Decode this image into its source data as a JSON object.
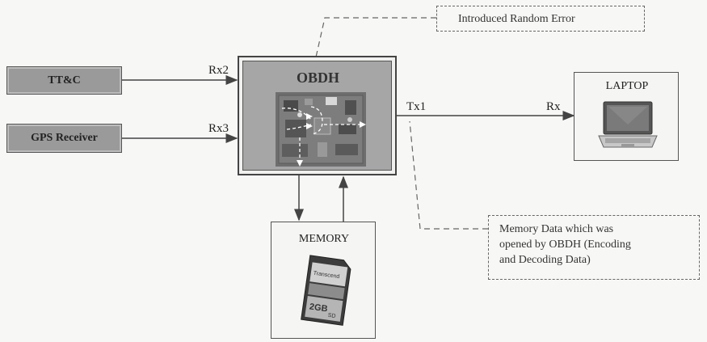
{
  "blocks": {
    "ttc": "TT&C",
    "gps": "GPS Receiver",
    "obdh": "OBDH",
    "laptop": "LAPTOP",
    "memory": "MEMORY"
  },
  "ports": {
    "rx2": "Rx2",
    "rx3": "Rx3",
    "tx1": "Tx1",
    "rx": "Rx"
  },
  "notes": {
    "random_error": "Introduced Random Error",
    "memory_data_line1": "Memory Data which was",
    "memory_data_line2": "opened by OBDH (Encoding",
    "memory_data_line3": "and Decoding Data)"
  },
  "sd_card": {
    "brand_text": "Transcend",
    "capacity_text": "2GB",
    "bottom_text": "SD"
  },
  "colors": {
    "block_fill": "#9a9a9a",
    "obdh_fill": "#a6a6a6",
    "line": "#444444",
    "dashed_note": "#666666"
  },
  "icons": {
    "laptop": "laptop-icon",
    "sd_card": "sd-card-icon",
    "circuit_board": "circuit-board-icon"
  }
}
